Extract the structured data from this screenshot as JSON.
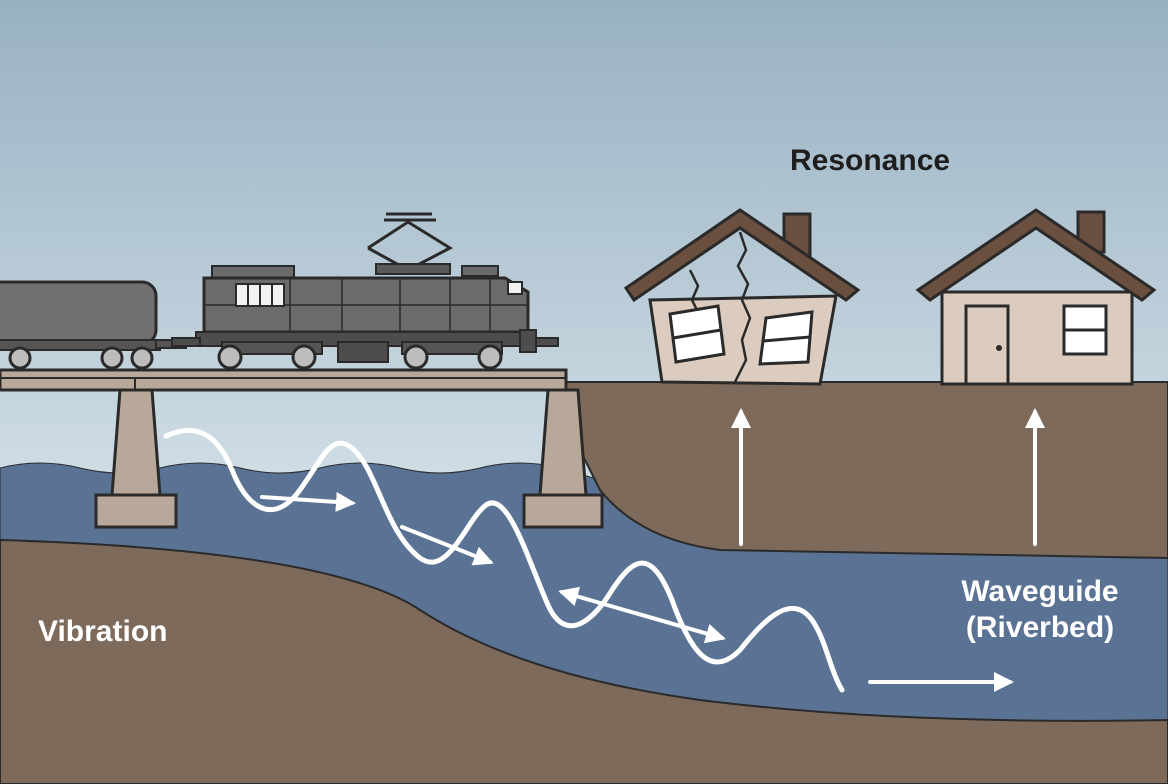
{
  "labels": {
    "resonance": "Resonance",
    "vibration": "Vibration",
    "waveguide_line1": "Waveguide",
    "waveguide_line2": "(Riverbed)"
  },
  "colors": {
    "sky_top": "#98b1c2",
    "sky_bottom": "#cfdde5",
    "river": "#5a7394",
    "ground": "#7e6a5b",
    "bridge": "#b8a89a",
    "train": "#6b6b6b",
    "house_wall": "#dcccbf",
    "roof": "#6b4f3f",
    "wave": "#ffffff",
    "outline": "#2a2a2a"
  }
}
